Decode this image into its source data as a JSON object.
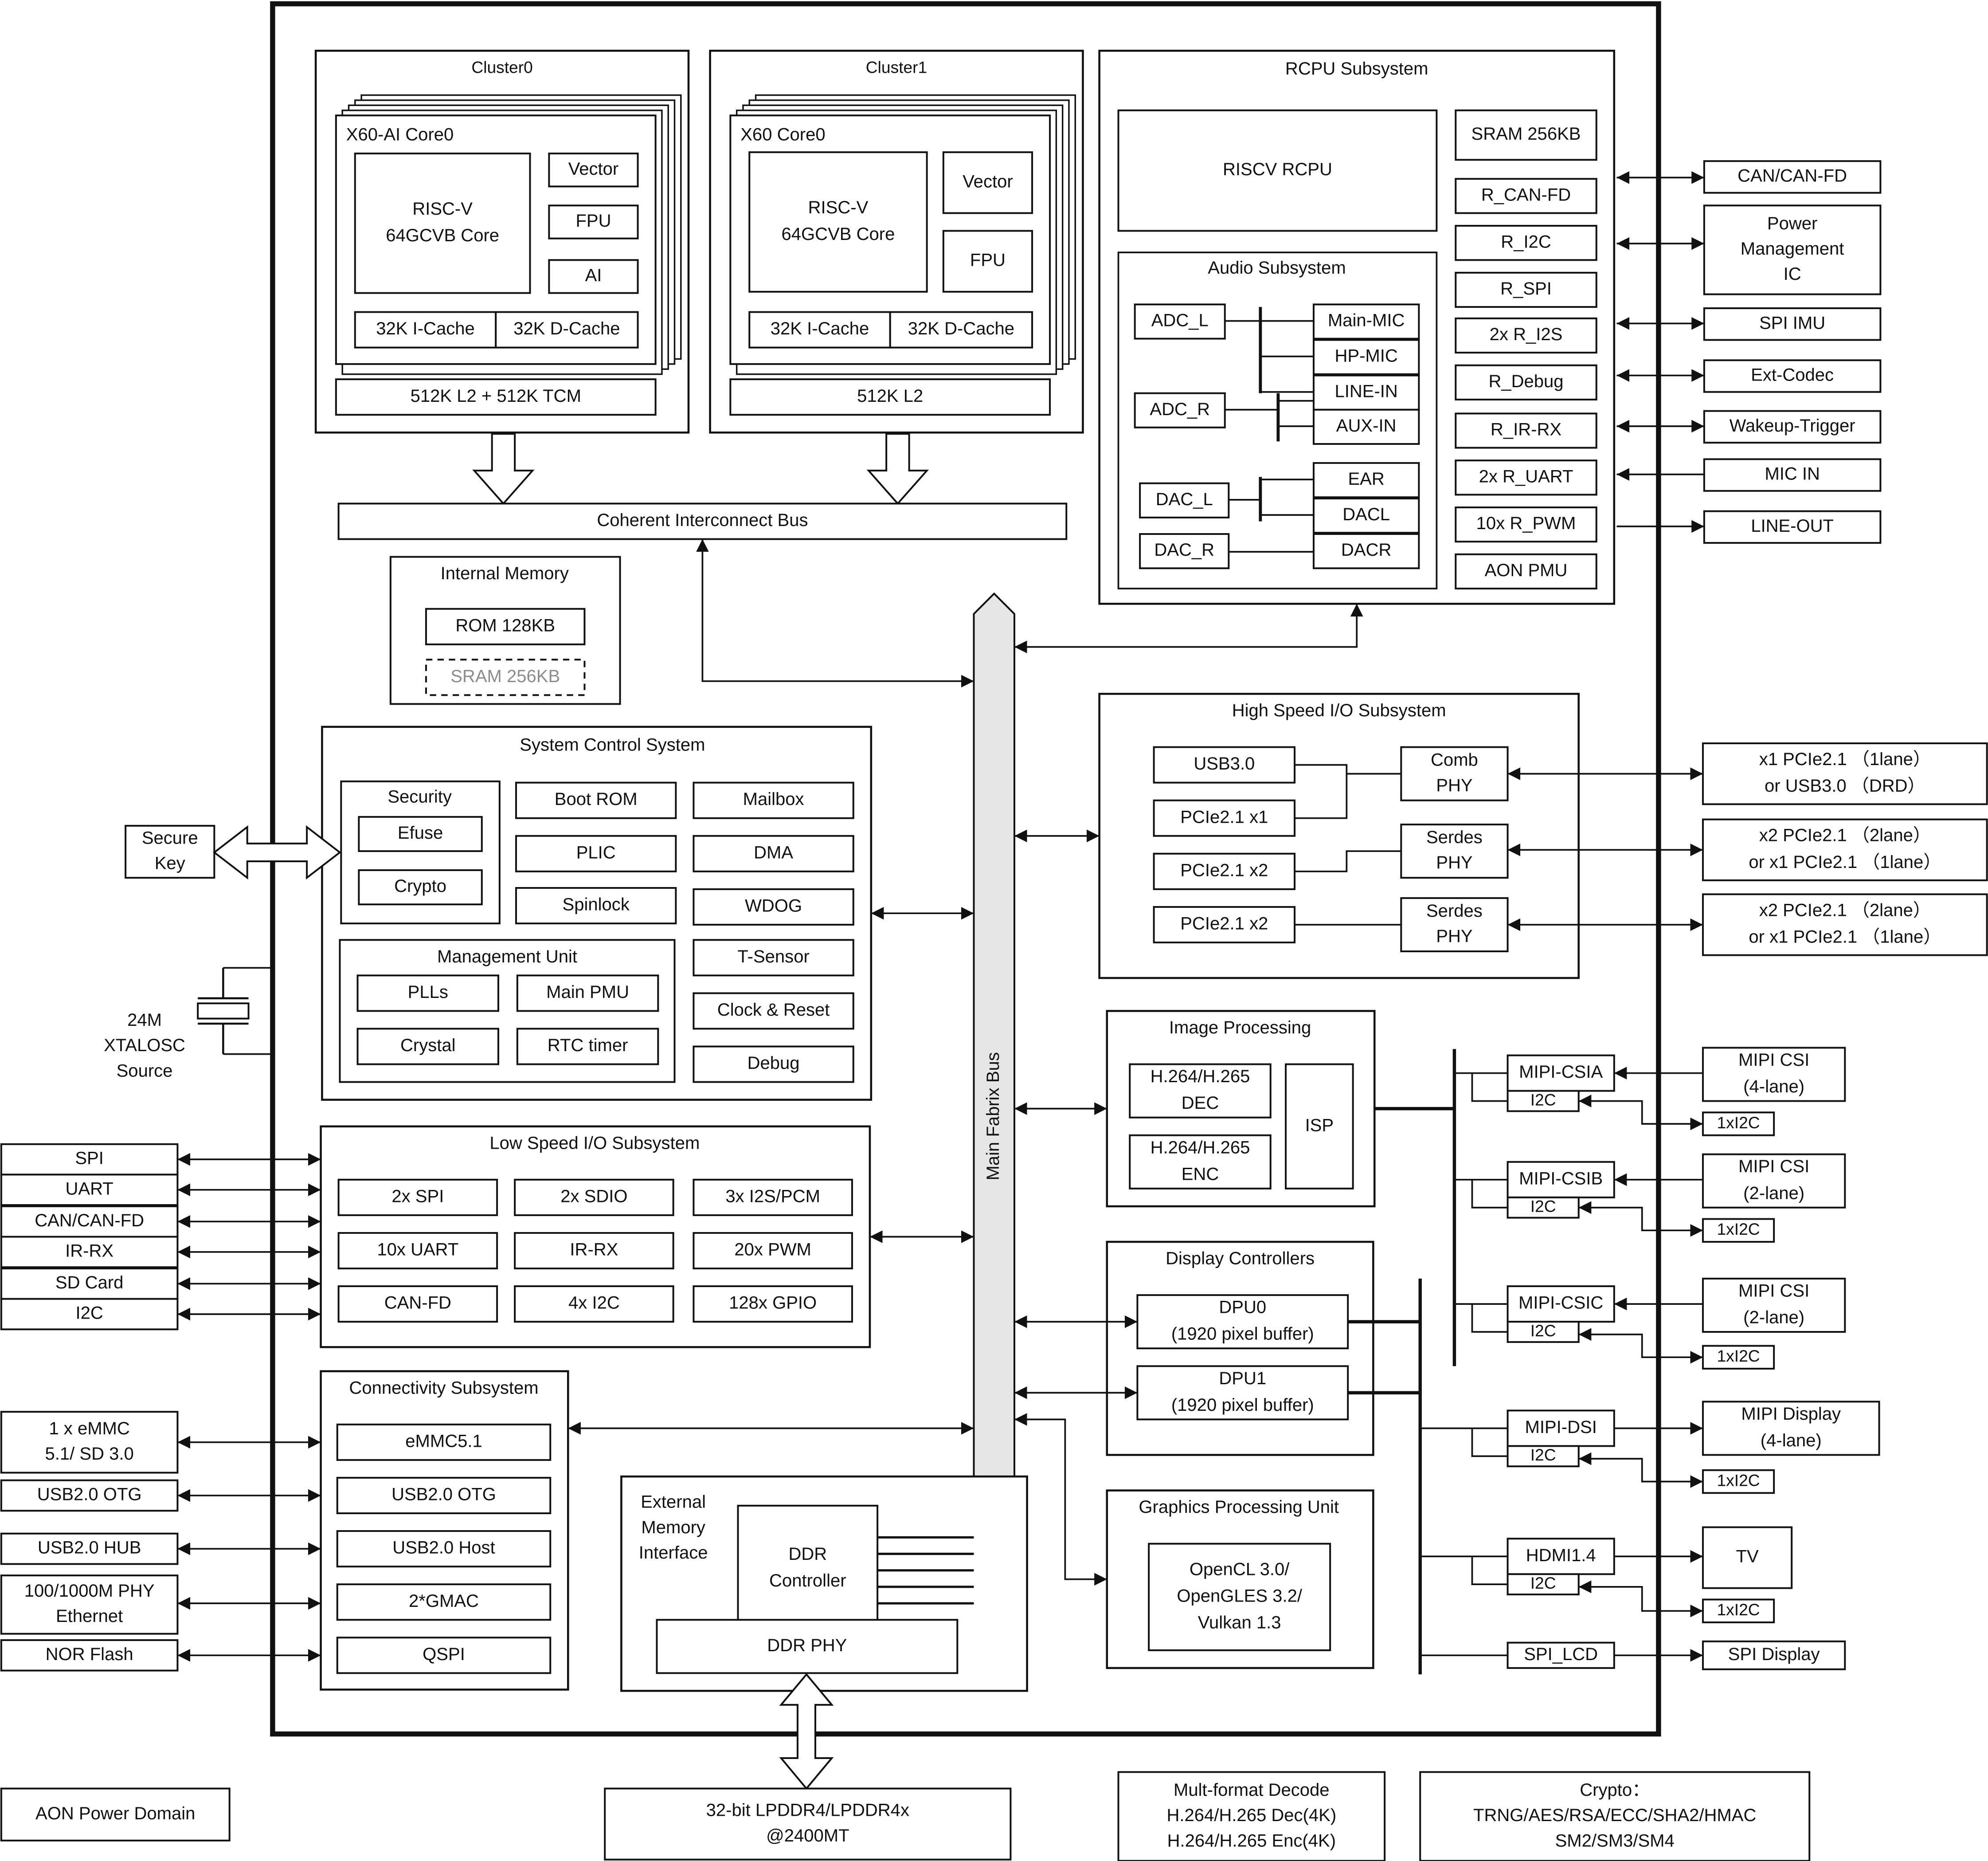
{
  "colors": {
    "stroke": "#111111",
    "panel_gray": "#e6e6e6",
    "core_gray": "#8a8a8a",
    "dashed_text": "#8c8c8c"
  },
  "clusters": {
    "cluster0": {
      "title": "Cluster0",
      "core_title": "X60-AI Core0",
      "risc_core": [
        "RISC-V",
        "64GCVB Core"
      ],
      "units": [
        "Vector",
        "FPU",
        "AI"
      ],
      "icache": "32K I-Cache",
      "dcache": "32K D-Cache",
      "l2": "512K L2 + 512K TCM"
    },
    "cluster1": {
      "title": "Cluster1",
      "core_title": "X60 Core0",
      "risc_core": [
        "RISC-V",
        "64GCVB Core"
      ],
      "units": [
        "Vector",
        "FPU"
      ],
      "icache": "32K I-Cache",
      "dcache": "32K D-Cache",
      "l2": "512K L2"
    }
  },
  "coherent_bus": "Coherent Interconnect Bus",
  "internal_memory": {
    "title": "Internal Memory",
    "rom": "ROM 128KB",
    "sram": "SRAM 256KB"
  },
  "rcpu": {
    "title": "RCPU Subsystem",
    "cpu": "RISCV RCPU",
    "right_items": [
      "SRAM 256KB",
      "R_CAN-FD",
      "R_I2C",
      "R_SPI",
      "2x R_I2S",
      "R_Debug",
      "R_IR-RX",
      "2x R_UART",
      "10x R_PWM",
      "AON PMU"
    ],
    "audio": {
      "title": "Audio Subsystem",
      "adc_l": "ADC_L",
      "adc_r": "ADC_R",
      "dac_l": "DAC_L",
      "dac_r": "DAC_R",
      "inputs": [
        "Main-MIC",
        "HP-MIC",
        "LINE-IN",
        "AUX-IN"
      ],
      "outputs": [
        "EAR",
        "DACL",
        "DACR"
      ]
    }
  },
  "rcpu_external": {
    "items": [
      {
        "lines": [
          "CAN/CAN-FD"
        ]
      },
      {
        "lines": [
          "Power",
          "Management",
          "IC"
        ]
      },
      {
        "lines": [
          "SPI IMU"
        ]
      },
      {
        "lines": [
          "Ext-Codec"
        ]
      },
      {
        "lines": [
          "Wakeup-Trigger"
        ]
      },
      {
        "lines": [
          "MIC IN"
        ]
      },
      {
        "lines": [
          "LINE-OUT"
        ]
      }
    ]
  },
  "main_bus": "Main Fabrix Bus",
  "system_control": {
    "title": "System Control System",
    "security": {
      "title": "Security",
      "efuse": "Efuse",
      "crypto": "Crypto"
    },
    "boot_rom": "Boot ROM",
    "mailbox": "Mailbox",
    "plic": "PLIC",
    "dma": "DMA",
    "spinlock": "Spinlock",
    "wdog": "WDOG",
    "tsensor": "T-Sensor",
    "clock_reset": "Clock & Reset",
    "debug": "Debug",
    "management": {
      "title": "Management Unit",
      "plls": "PLLs",
      "main_pmu": "Main PMU",
      "crystal": "Crystal",
      "rtc": "RTC timer"
    }
  },
  "secure_key": [
    "Secure",
    "Key"
  ],
  "xtal": [
    "24M",
    "XTALOSC",
    "Source"
  ],
  "low_speed": {
    "title": "Low Speed I/O Subsystem",
    "cells": [
      "2x SPI",
      "2x SDIO",
      "3x I2S/PCM",
      "10x UART",
      "IR-RX",
      "20x PWM",
      "CAN-FD",
      "4x I2C",
      "128x GPIO"
    ]
  },
  "low_speed_external": [
    "SPI",
    "UART",
    "CAN/CAN-FD",
    "IR-RX",
    "SD Card",
    "I2C"
  ],
  "connectivity": {
    "title": "Connectivity Subsystem",
    "cells": [
      "eMMC5.1",
      "USB2.0 OTG",
      "USB2.0 Host",
      "2*GMAC",
      "QSPI"
    ]
  },
  "connectivity_external": [
    {
      "lines": [
        "1 x eMMC",
        "5.1/ SD 3.0"
      ]
    },
    {
      "lines": [
        "USB2.0 OTG"
      ]
    },
    {
      "lines": [
        "USB2.0 HUB"
      ]
    },
    {
      "lines": [
        "100/1000M PHY",
        "Ethernet"
      ]
    },
    {
      "lines": [
        "NOR Flash"
      ]
    }
  ],
  "ext_memory": {
    "title": [
      "External",
      "Memory",
      "Interface"
    ],
    "controller": [
      "DDR",
      "Controller"
    ],
    "phy": "DDR PHY"
  },
  "lpddr": [
    "32-bit LPDDR4/LPDDR4x",
    "@2400MT"
  ],
  "high_speed": {
    "title": "High Speed I/O Subsystem",
    "usb": "USB3.0",
    "pcie_x1": "PCIe2.1 x1",
    "pcie_x2a": "PCIe2.1 x2",
    "pcie_x2b": "PCIe2.1 x2",
    "comb_phy": [
      "Comb",
      "PHY"
    ],
    "serdes_phy": [
      "Serdes",
      "PHY"
    ]
  },
  "high_speed_external": [
    {
      "lines": [
        "x1 PCIe2.1 （1lane）",
        "or USB3.0 （DRD）"
      ]
    },
    {
      "lines": [
        "x2 PCIe2.1 （2lane）",
        "or x1 PCIe2.1 （1lane）"
      ]
    },
    {
      "lines": [
        "x2 PCIe2.1 （2lane）",
        "or x1 PCIe2.1 （1lane）"
      ]
    }
  ],
  "image_processing": {
    "title": "Image Processing",
    "dec": [
      "H.264/H.265",
      "DEC"
    ],
    "enc": [
      "H.264/H.265",
      "ENC"
    ],
    "isp": "ISP"
  },
  "display": {
    "title": "Display Controllers",
    "dpu0": [
      "DPU0",
      "(1920 pixel buffer)"
    ],
    "dpu1": [
      "DPU1",
      "(1920 pixel buffer)"
    ]
  },
  "gpu": {
    "title": "Graphics Processing Unit",
    "api": [
      "OpenCL 3.0/",
      "OpenGLES 3.2/",
      "Vulkan 1.3"
    ]
  },
  "mipi": {
    "csia": "MIPI-CSIA",
    "csib": "MIPI-CSIB",
    "csic": "MIPI-CSIC",
    "dsi": "MIPI-DSI",
    "hdmi": "HDMI1.4",
    "spi_lcd": "SPI_LCD",
    "i2c": "I2C"
  },
  "mipi_external": {
    "csi4": [
      "MIPI CSI",
      "(4-lane)"
    ],
    "csi2a": [
      "MIPI CSI",
      "(2-lane)"
    ],
    "csi2b": [
      "MIPI CSI",
      "(2-lane)"
    ],
    "display": [
      "MIPI Display",
      "(4-lane)"
    ],
    "tv": "TV",
    "spi_display": "SPI Display",
    "i2c": "1xI2C"
  },
  "legend": "AON Power Domain",
  "decode_note": [
    "Mult-format Decode",
    "H.264/H.265 Dec(4K)",
    "H.264/H.265 Enc(4K)"
  ],
  "crypto_note": [
    "Crypto：",
    "TRNG/AES/RSA/ECC/SHA2/HMAC",
    "SM2/SM3/SM4"
  ]
}
